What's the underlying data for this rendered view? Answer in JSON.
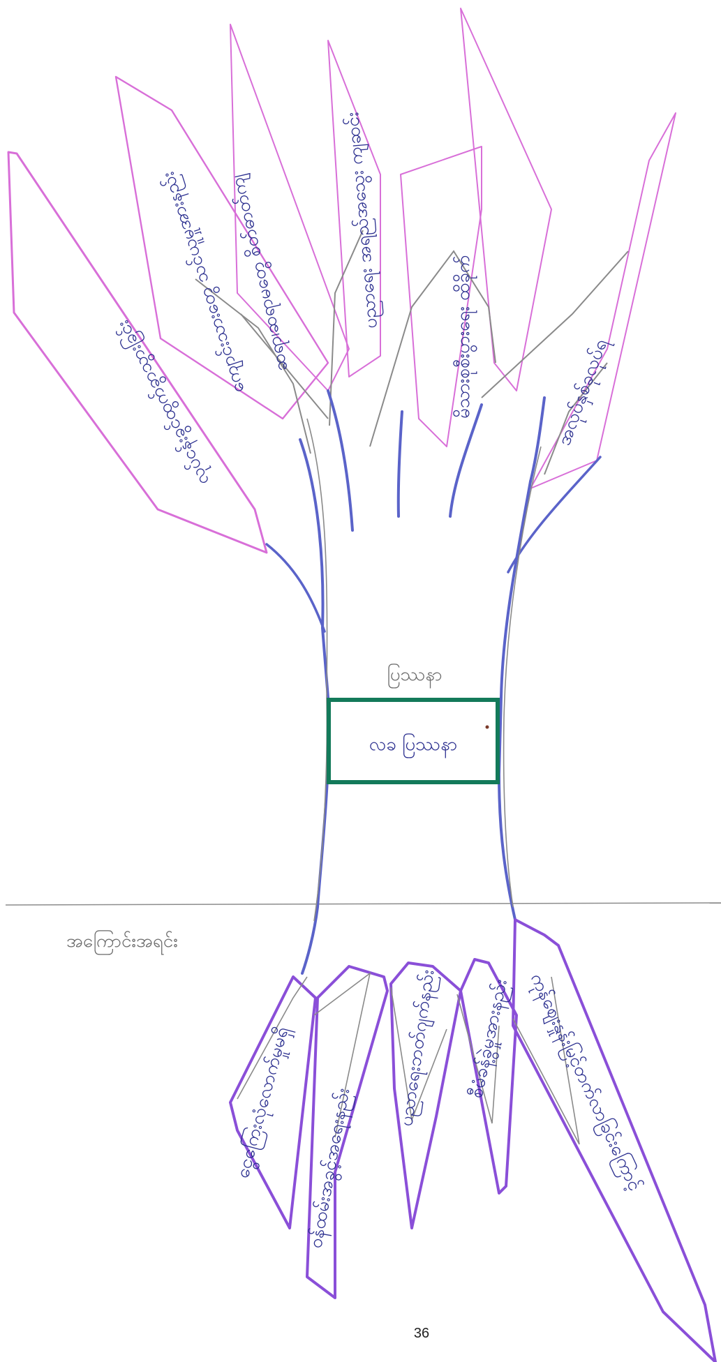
{
  "diagram": {
    "problem_heading": "ပြဿနာ",
    "problem_text": "လခ ပြဿနာ",
    "cause_heading": "အကြောင်းအရင်း",
    "page_number": "36"
  },
  "effects": [
    "လုပ်ငန်းခွင်ထွက်ခွာသွားခြင်း",
    "ကျောင်းသားတွေ သင်ယူမှုအားနည်း",
    "ဆရာ၊ဆရာမတွေ စိတ်ဓာတ်ကျ",
    "ပညာရေး အရည်အသွေး ကျဆင်း",
    "မိသားစုစီးပွားရေး ထိခိုက်",
    "အလုပ်နှစ်ခုလုပ်ရ"
  ],
  "causes": [
    "ငွေကြေးလုံလောက်မှုမရှိ",
    "ဝန်ထမ်းအခွင့်အရေးနည်း",
    "ပညာရေးဘတ်ဂျက်နည်း",
    "စီမံခန့်ခွဲမှုအားနည်း",
    "ကုန်ဈေးနှုန်းမြင့်တက်လာခြင်းကြောင့်"
  ],
  "colors": {
    "trunk": "#5a63c9",
    "trunk_pencil": "#8a8a8a",
    "leaf": "#d86fd8",
    "root": "#8a4fd8",
    "problem_box": "#137a5a",
    "text_ink": "#2b2f8f",
    "ground_line": "#8c8c8c"
  }
}
